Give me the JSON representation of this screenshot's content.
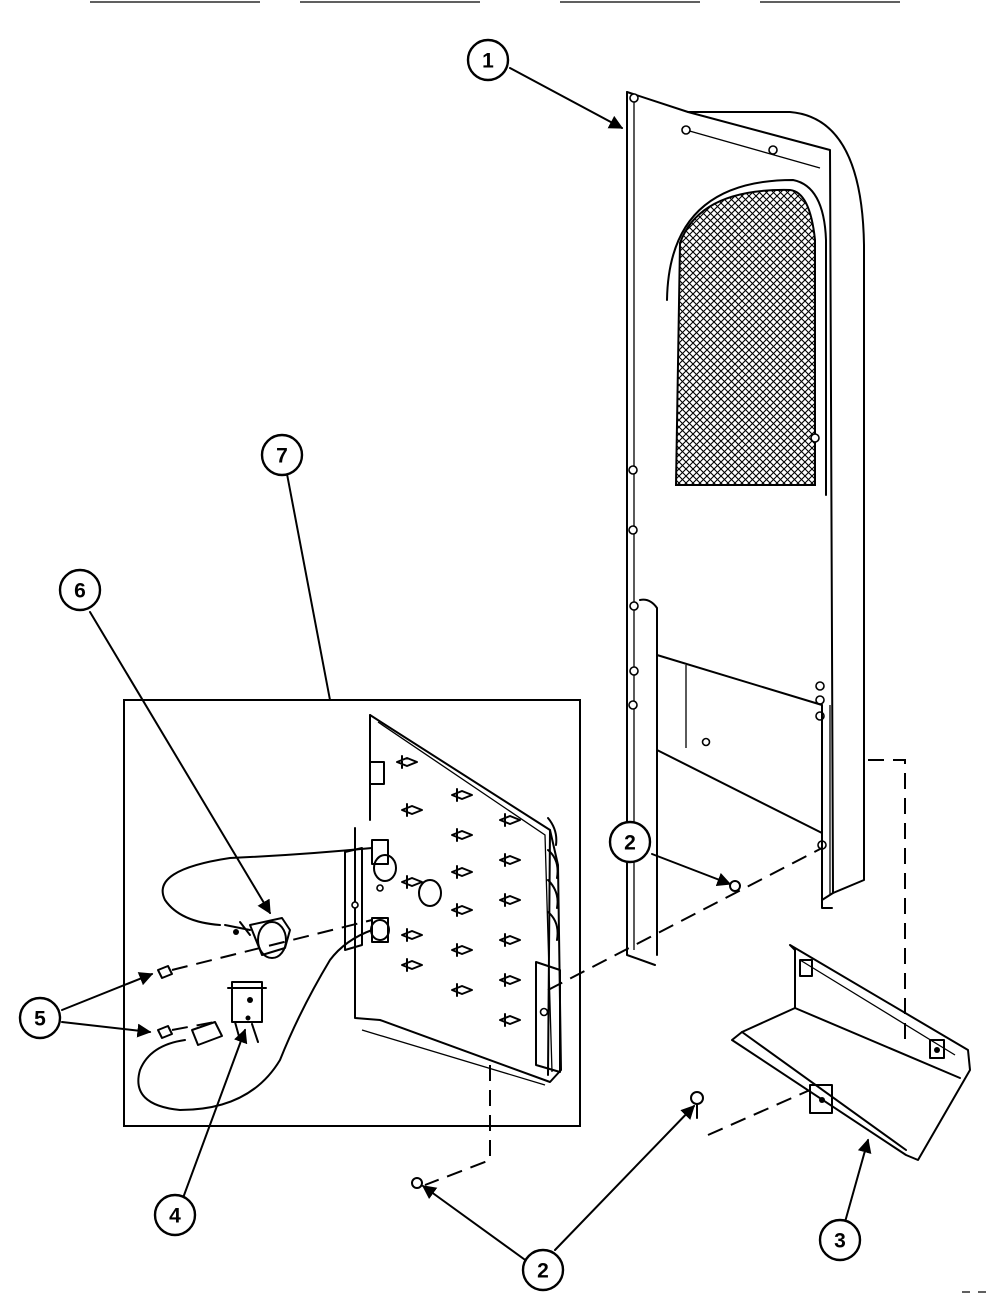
{
  "callouts": {
    "c1": "1",
    "c2a": "2",
    "c2b": "2",
    "c3": "3",
    "c4": "4",
    "c5": "5",
    "c6": "6",
    "c7": "7"
  }
}
